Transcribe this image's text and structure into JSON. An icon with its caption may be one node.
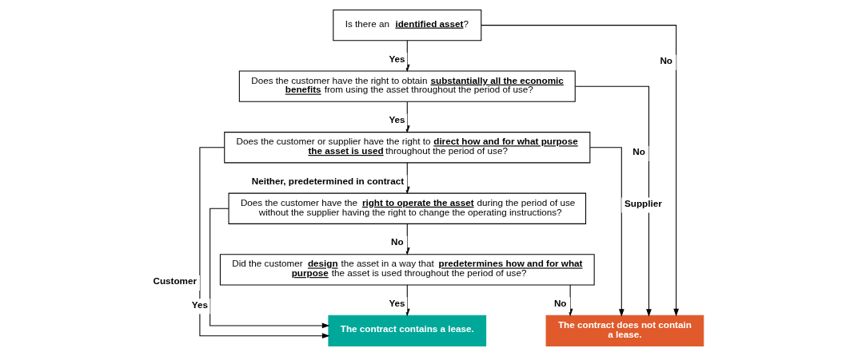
{
  "diagram": {
    "nodes": [
      {
        "text": [
          "Is there an **identified asset**?"
        ]
      },
      {
        "text": [
          "Does the customer have the right to obtain **substantially all the economic benefits** from using the asset throughout the period of use?"
        ]
      },
      {
        "text": [
          "Does the customer or supplier have the right to **direct how and for what purpose the asset is used** throughout the period of use?"
        ]
      },
      {
        "text": [
          "Does the customer have the **right to operate the asset** during the period of use without the supplier having the right to change the operating instructions?"
        ]
      },
      {
        "text": [
          "Did the customer **design** the asset in a way that **predetermines how and for what purpose** the asset is used throughout the period of use?"
        ]
      },
      {
        "text": [
          "The contract contains a lease."
        ]
      },
      {
        "text": [
          "The contract does not contain a lease."
        ]
      }
    ],
    "edges": [
      {
        "from": 0,
        "to": 1,
        "arrow": "to",
        "label": "Yes"
      },
      {
        "from": 1,
        "to": 2,
        "arrow": "to",
        "label": "Yes"
      },
      {
        "from": 2,
        "to": 3,
        "arrow": "to",
        "label": "Neither, predetermined in contract"
      },
      {
        "from": 3,
        "to": 4,
        "arrow": "to",
        "label": "No"
      },
      {
        "from": 4,
        "to": 5,
        "arrow": "to",
        "label": "Yes"
      },
      {
        "from": 0,
        "to": 6,
        "arrow": "to",
        "label": "No"
      },
      {
        "from": 1,
        "to": 6,
        "arrow": "to",
        "label": "No"
      },
      {
        "from": 2,
        "to": 6,
        "arrow": "to",
        "label": "Supplier"
      },
      {
        "from": 4,
        "to": 6,
        "arrow": "to",
        "label": "No"
      },
      {
        "from": 2,
        "to": 5,
        "arrow": "to",
        "label": "Customer"
      },
      {
        "from": 3,
        "to": 5,
        "arrow": "to",
        "label": "Yes"
      }
    ]
  }
}
